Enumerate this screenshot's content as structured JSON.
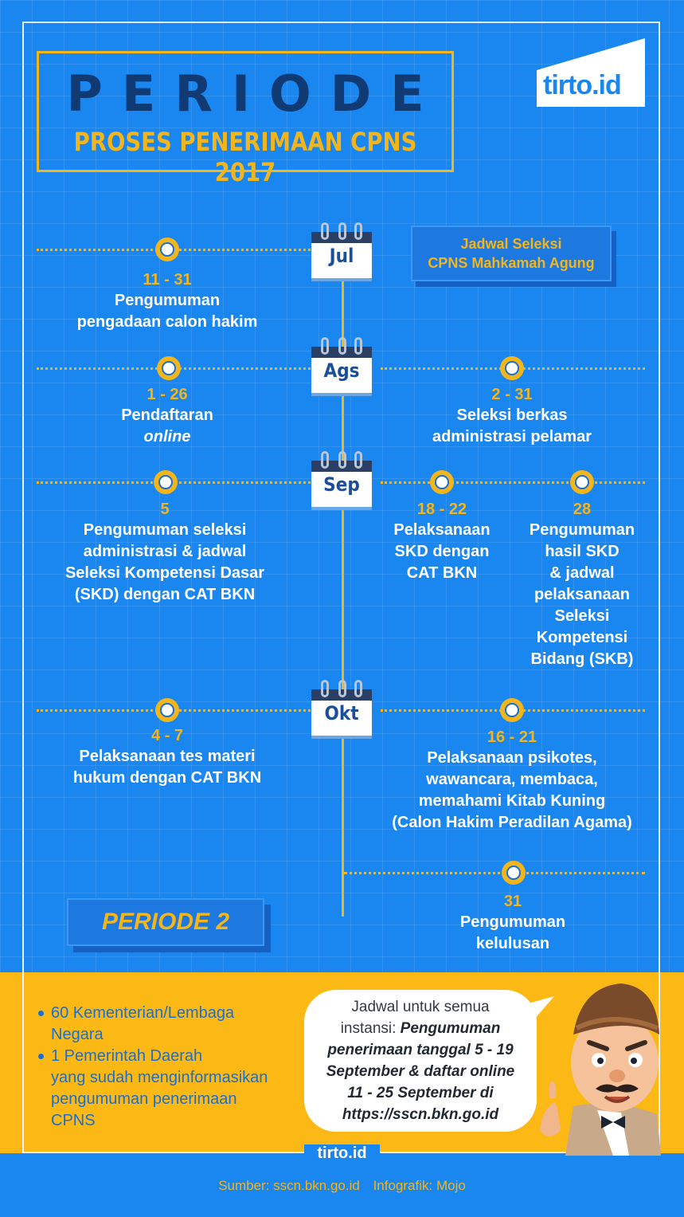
{
  "title": {
    "main": "PERIODE",
    "sub": "PROSES PENERIMAAN CPNS 2017"
  },
  "logo": {
    "text": "tirto.id"
  },
  "months": [
    "Jul",
    "Ags",
    "Sep",
    "Okt"
  ],
  "schedule_label": [
    "Jadwal Seleksi",
    "CPNS Mahkamah Agung"
  ],
  "events": {
    "jul_left": {
      "date": "11 - 31",
      "lines": [
        "Pengumuman",
        "pengadaan calon hakim"
      ]
    },
    "ags_left": {
      "date": "1 - 26",
      "lines": [
        "Pendaftaran"
      ],
      "italic": "online"
    },
    "ags_right": {
      "date": "2 - 31",
      "lines": [
        "Seleksi berkas",
        "administrasi pelamar"
      ]
    },
    "sep_left": {
      "date": "5",
      "lines": [
        "Pengumuman seleksi",
        "administrasi & jadwal",
        "Seleksi Kompetensi Dasar",
        "(SKD) dengan CAT BKN"
      ]
    },
    "sep_mid": {
      "date": "18 - 22",
      "lines": [
        "Pelaksanaan",
        "SKD dengan",
        "CAT BKN"
      ]
    },
    "sep_right": {
      "date": "28",
      "lines": [
        "Pengumuman",
        "hasil SKD",
        "& jadwal",
        "pelaksanaan",
        "Seleksi",
        "Kompetensi",
        "Bidang (SKB)"
      ]
    },
    "okt_left": {
      "date": "4 - 7",
      "lines": [
        "Pelaksanaan tes materi",
        "hukum dengan CAT BKN"
      ]
    },
    "okt_right": {
      "date": "16 - 21",
      "lines": [
        "Pelaksanaan psikotes,",
        "wawancara, membaca,",
        "memahami Kitab Kuning",
        "(Calon Hakim Peradilan Agama)"
      ]
    },
    "final": {
      "date": "31",
      "lines": [
        "Pengumuman",
        "kelulusan"
      ]
    }
  },
  "periode2": "PERIODE 2",
  "bottom_list": [
    [
      "60 Kementerian/Lembaga",
      "Negara"
    ],
    [
      "1 Pemerintah Daerah",
      "yang sudah menginformasikan",
      "pengumuman penerimaan",
      "CPNS"
    ]
  ],
  "bubble": {
    "plain1": "Jadwal untuk semua",
    "plain2": "instansi: ",
    "bold": [
      "Pengumuman",
      "penerimaan tanggal 5 - 19",
      "September & daftar online",
      "11 - 25 September di",
      "https://sscn.bkn.go.id"
    ]
  },
  "footer": {
    "brand": "tirto.id",
    "source": "Sumber:  sscn.bkn.go.id",
    "credit": "Infografik: Mojo"
  },
  "colors": {
    "background": "#1a86f0",
    "accent_yellow": "#f2b51c",
    "title_navy": "#103a73",
    "bottom_band": "#fcb915"
  }
}
